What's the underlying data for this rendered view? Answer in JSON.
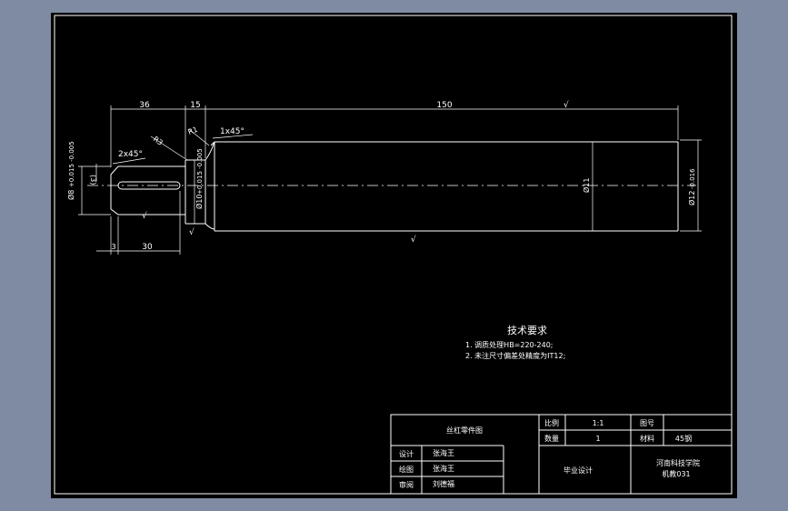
{
  "dimensions": {
    "d36": "36",
    "d15": "15",
    "d150": "150",
    "d30": "30",
    "d3": "3",
    "r3": "R3",
    "r1": "R1",
    "c2x45": "2x45°",
    "c1x45": "1x45°",
    "paren3": "(3)",
    "dia8": "Ø8",
    "dia8_tol": "+0.015 -0.005",
    "dia10": "Ø10",
    "dia10_tol": "+0.015 -0.005",
    "dia11": "Ø11",
    "dia12": "Ø12",
    "dia12_tol": "-0.016"
  },
  "roughness": {
    "r_top": "√",
    "r_key": "√",
    "r_shoulder": "√",
    "r_body": "√"
  },
  "tech_requirements": {
    "title": "技术要求",
    "line1": "1. 调质处理HB=220-240;",
    "line2": "2. 未注尺寸偏差处精度为IT12;"
  },
  "title_block": {
    "drawing_name": "丝杠零件图",
    "scale_label": "比例",
    "scale_value": "1:1",
    "drawing_no_label": "图号",
    "qty_label": "数量",
    "qty_value": "1",
    "material_label": "材料",
    "material_value": "45钢",
    "design_label": "设计",
    "design_name": "张海王",
    "draw_label": "绘图",
    "draw_name": "张海王",
    "review_label": "审阅",
    "review_name": "刘德福",
    "project": "毕业设计",
    "school": "河南科技学院",
    "class": "机教031"
  }
}
